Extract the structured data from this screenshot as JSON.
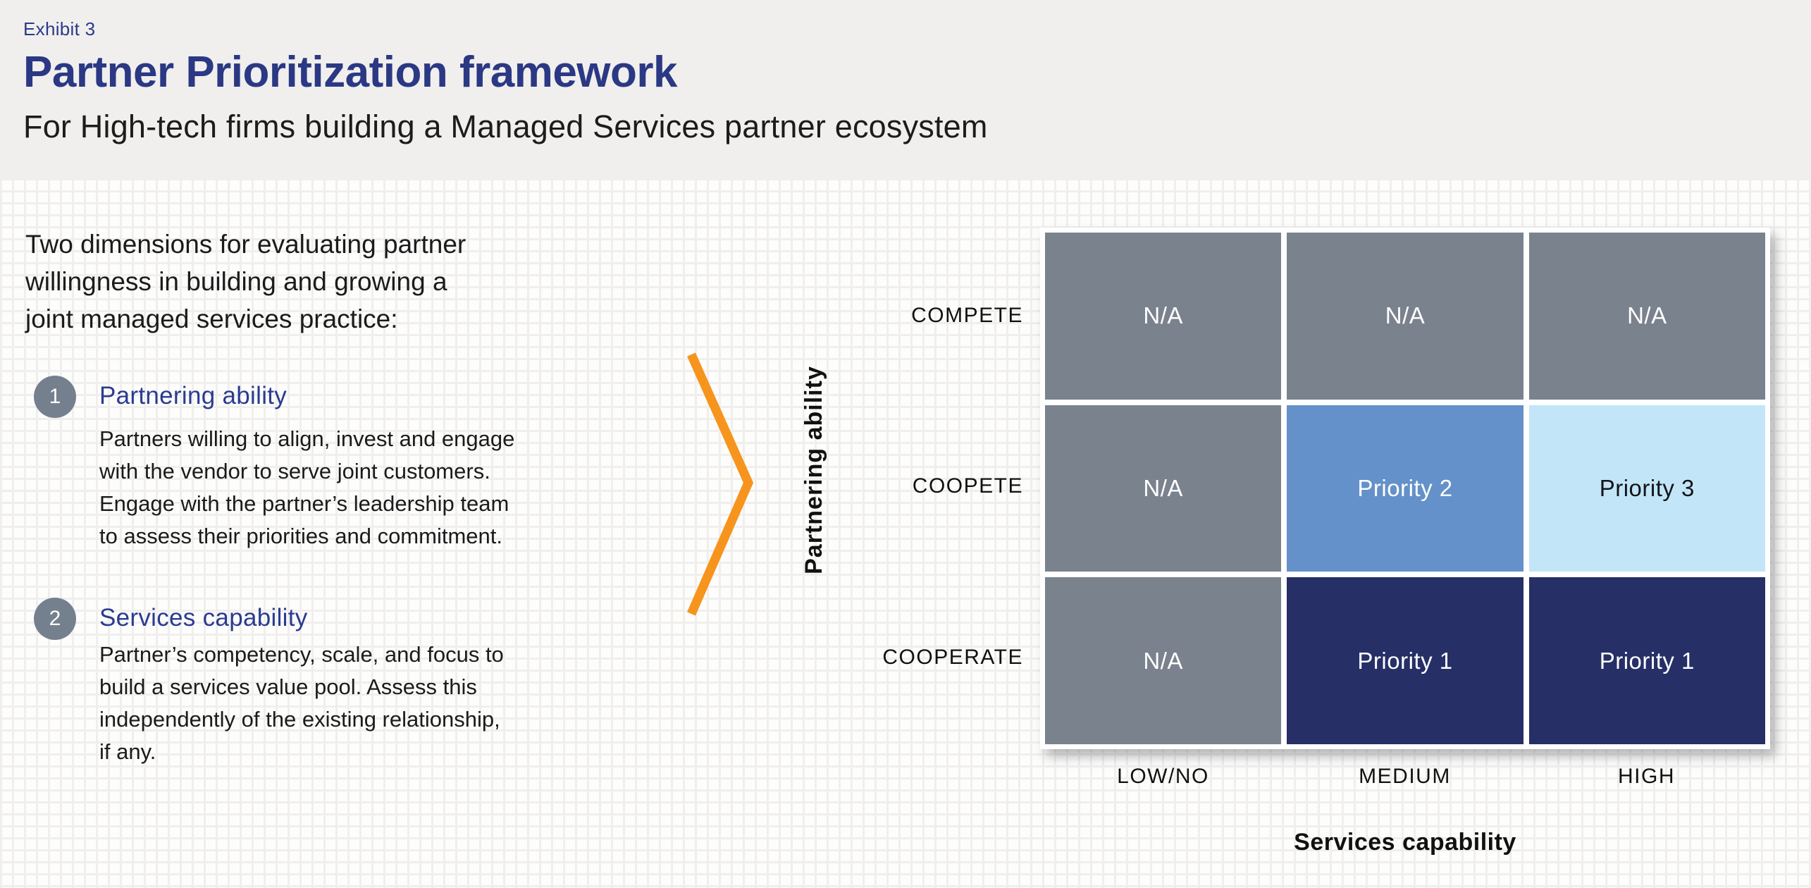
{
  "header": {
    "exhibit_label": "Exhibit 3",
    "title": "Partner Prioritization framework",
    "subtitle": "For High-tech firms building a Managed Services partner ecosystem"
  },
  "left_panel": {
    "intro": "Two dimensions for evaluating partner\nwillingness in building and growing a\njoint managed services practice:",
    "items": [
      {
        "number": "1",
        "heading": "Partnering ability",
        "body": "Partners willing to align, invest and engage\nwith the vendor to serve joint customers.\nEngage with the partner’s leadership team\nto assess their priorities and commitment."
      },
      {
        "number": "2",
        "heading": "Services capability",
        "body": "Partner’s competency, scale, and focus to\nbuild a services value pool. Assess this\nindependently of the existing relationship,\nif any."
      }
    ]
  },
  "matrix": {
    "y_axis_label": "Partnering ability",
    "x_axis_label": "Services capability",
    "row_labels": [
      "COMPETE",
      "COOPETE",
      "COOPERATE"
    ],
    "column_labels": [
      "LOW/NO",
      "MEDIUM",
      "HIGH"
    ],
    "cells": [
      [
        {
          "label": "N/A",
          "level": "na"
        },
        {
          "label": "N/A",
          "level": "na"
        },
        {
          "label": "N/A",
          "level": "na"
        }
      ],
      [
        {
          "label": "N/A",
          "level": "na"
        },
        {
          "label": "Priority 2",
          "level": "priority-2"
        },
        {
          "label": "Priority 3",
          "level": "priority-3"
        }
      ],
      [
        {
          "label": "N/A",
          "level": "na"
        },
        {
          "label": "Priority 1",
          "level": "priority-1"
        },
        {
          "label": "Priority 1",
          "level": "priority-1"
        }
      ]
    ]
  },
  "colors": {
    "header_band": "#F0EFED",
    "title_navy": "#2B3884",
    "heading_blue": "#2B3B90",
    "accent_orange": "#F7941D",
    "badge_gray": "#75808E",
    "cell_gray": "#7A828D",
    "priority_1_navy": "#262F66",
    "priority_2_blue": "#6491C9",
    "priority_3_light_blue": "#C2E6F8"
  }
}
